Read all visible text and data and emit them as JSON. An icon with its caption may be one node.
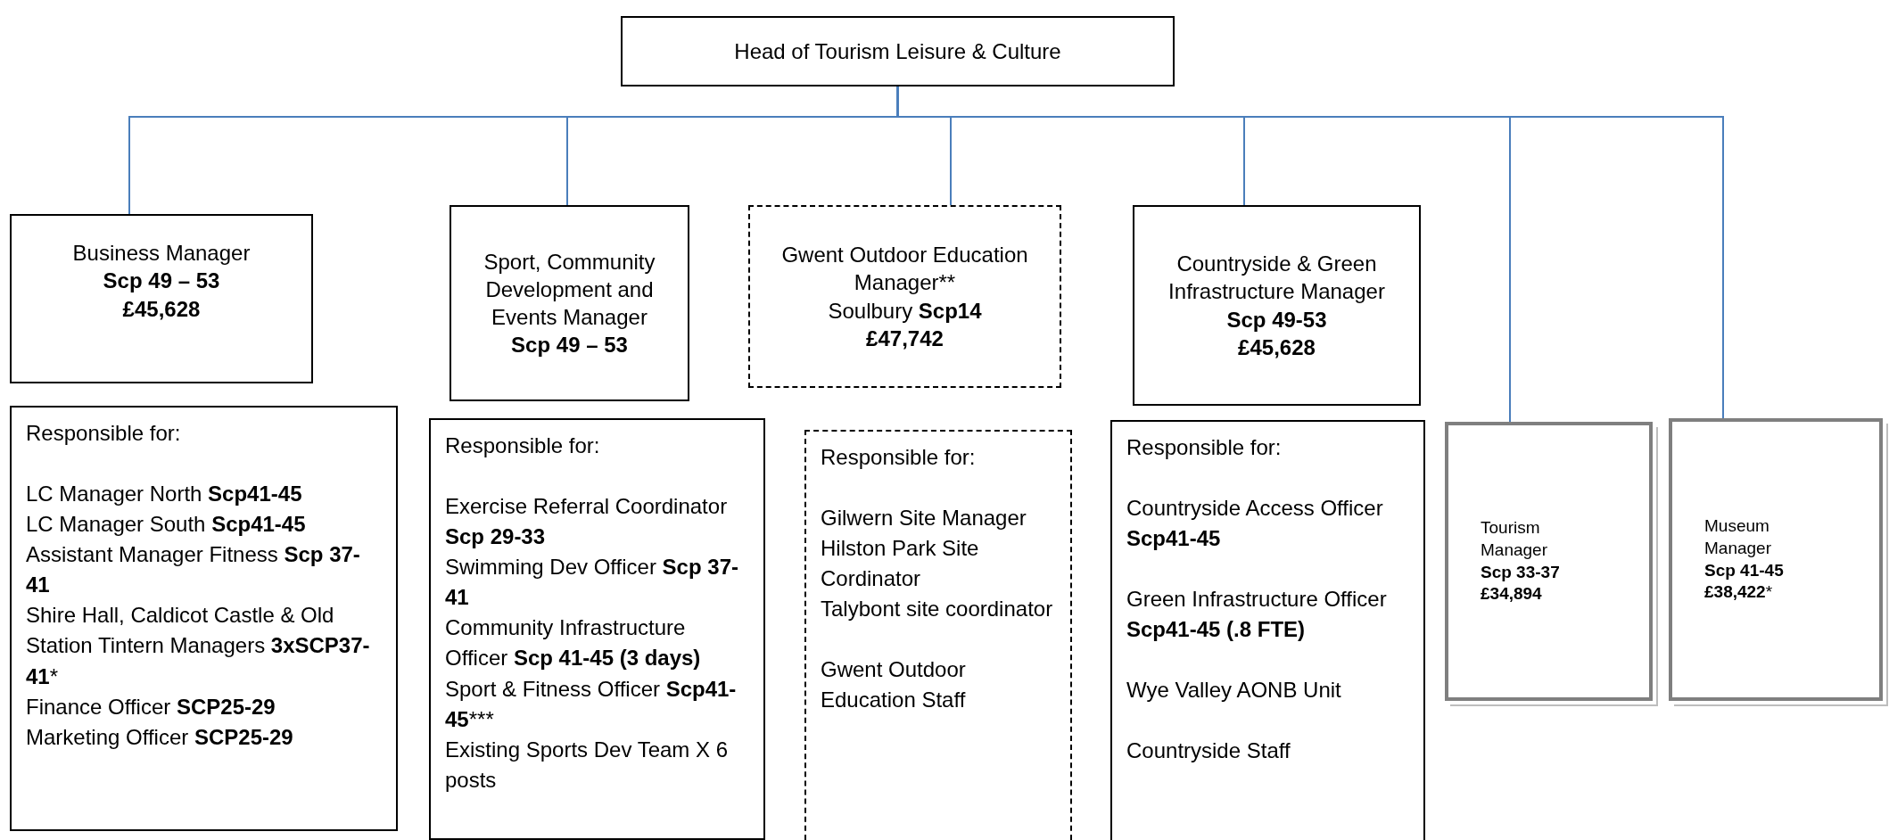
{
  "diagram": {
    "nodes": [
      {
        "text": [
          "Head of Tourism Leisure & Culture"
        ]
      },
      {
        "text": [
          "Business Manager",
          "Scp 49 – 53",
          "£45,628"
        ]
      },
      {
        "text": [
          "Sport, Community Development and Events Manager",
          "Scp 49 – 53"
        ]
      },
      {
        "text": [
          "Gwent Outdoor Education Manager**",
          "Soulbury **Scp14**",
          "£47,742"
        ]
      },
      {
        "text": [
          "Countryside & Green Infrastructure Manager",
          "Scp 49-53",
          "£45,628"
        ]
      },
      {
        "text": [
          "Tourism Manager",
          "Scp 33-37",
          "£34,894"
        ]
      },
      {
        "text": [
          "Museum Manager",
          "Scp 41-45",
          "**£38,422***"
        ]
      },
      {
        "text": [
          "Responsible for:",
          "LC Manager North **Scp41-45**",
          "LC Manager South **Scp41-45**",
          "Assistant Manager Fitness **Scp 37-41**",
          "Shire Hall, Caldicot Castle & Old Station Tintern Managers **3xSCP37-41***",
          "Finance Officer **SCP25-29**",
          "Marketing Officer **SCP25-29**"
        ]
      },
      {
        "text": [
          "Responsible for:",
          "Exercise Referral Coordinator **Scp 29-33**",
          "Swimming Dev Officer **Scp 37-41**",
          "Community Infrastructure Officer **Scp 41-45 (3 days)**",
          "Sport & Fitness Officer **Scp41-45*****",
          "Existing Sports Dev Team X 6 posts"
        ]
      },
      {
        "text": [
          "Responsible for:",
          "Gilwern Site Manager",
          "Hilston Park Site Cordinator",
          "Talybont site coordinator",
          "Gwent Outdoor Education Staff"
        ]
      },
      {
        "text": [
          "Responsible for:",
          "Countryside Access Officer **Scp41-45**",
          "Green Infrastructure Officer **Scp41-45 (.8 FTE)**",
          "Wye Valley AONB Unit",
          "Countryside Staff"
        ]
      }
    ],
    "edges": [
      {
        "from": 0,
        "to": 1,
        "arrow": "none"
      },
      {
        "from": 0,
        "to": 2,
        "arrow": "none"
      },
      {
        "from": 0,
        "to": 3,
        "arrow": "none"
      },
      {
        "from": 0,
        "to": 4,
        "arrow": "none"
      },
      {
        "from": 0,
        "to": 5,
        "arrow": "none"
      },
      {
        "from": 0,
        "to": 6,
        "arrow": "none"
      }
    ]
  }
}
